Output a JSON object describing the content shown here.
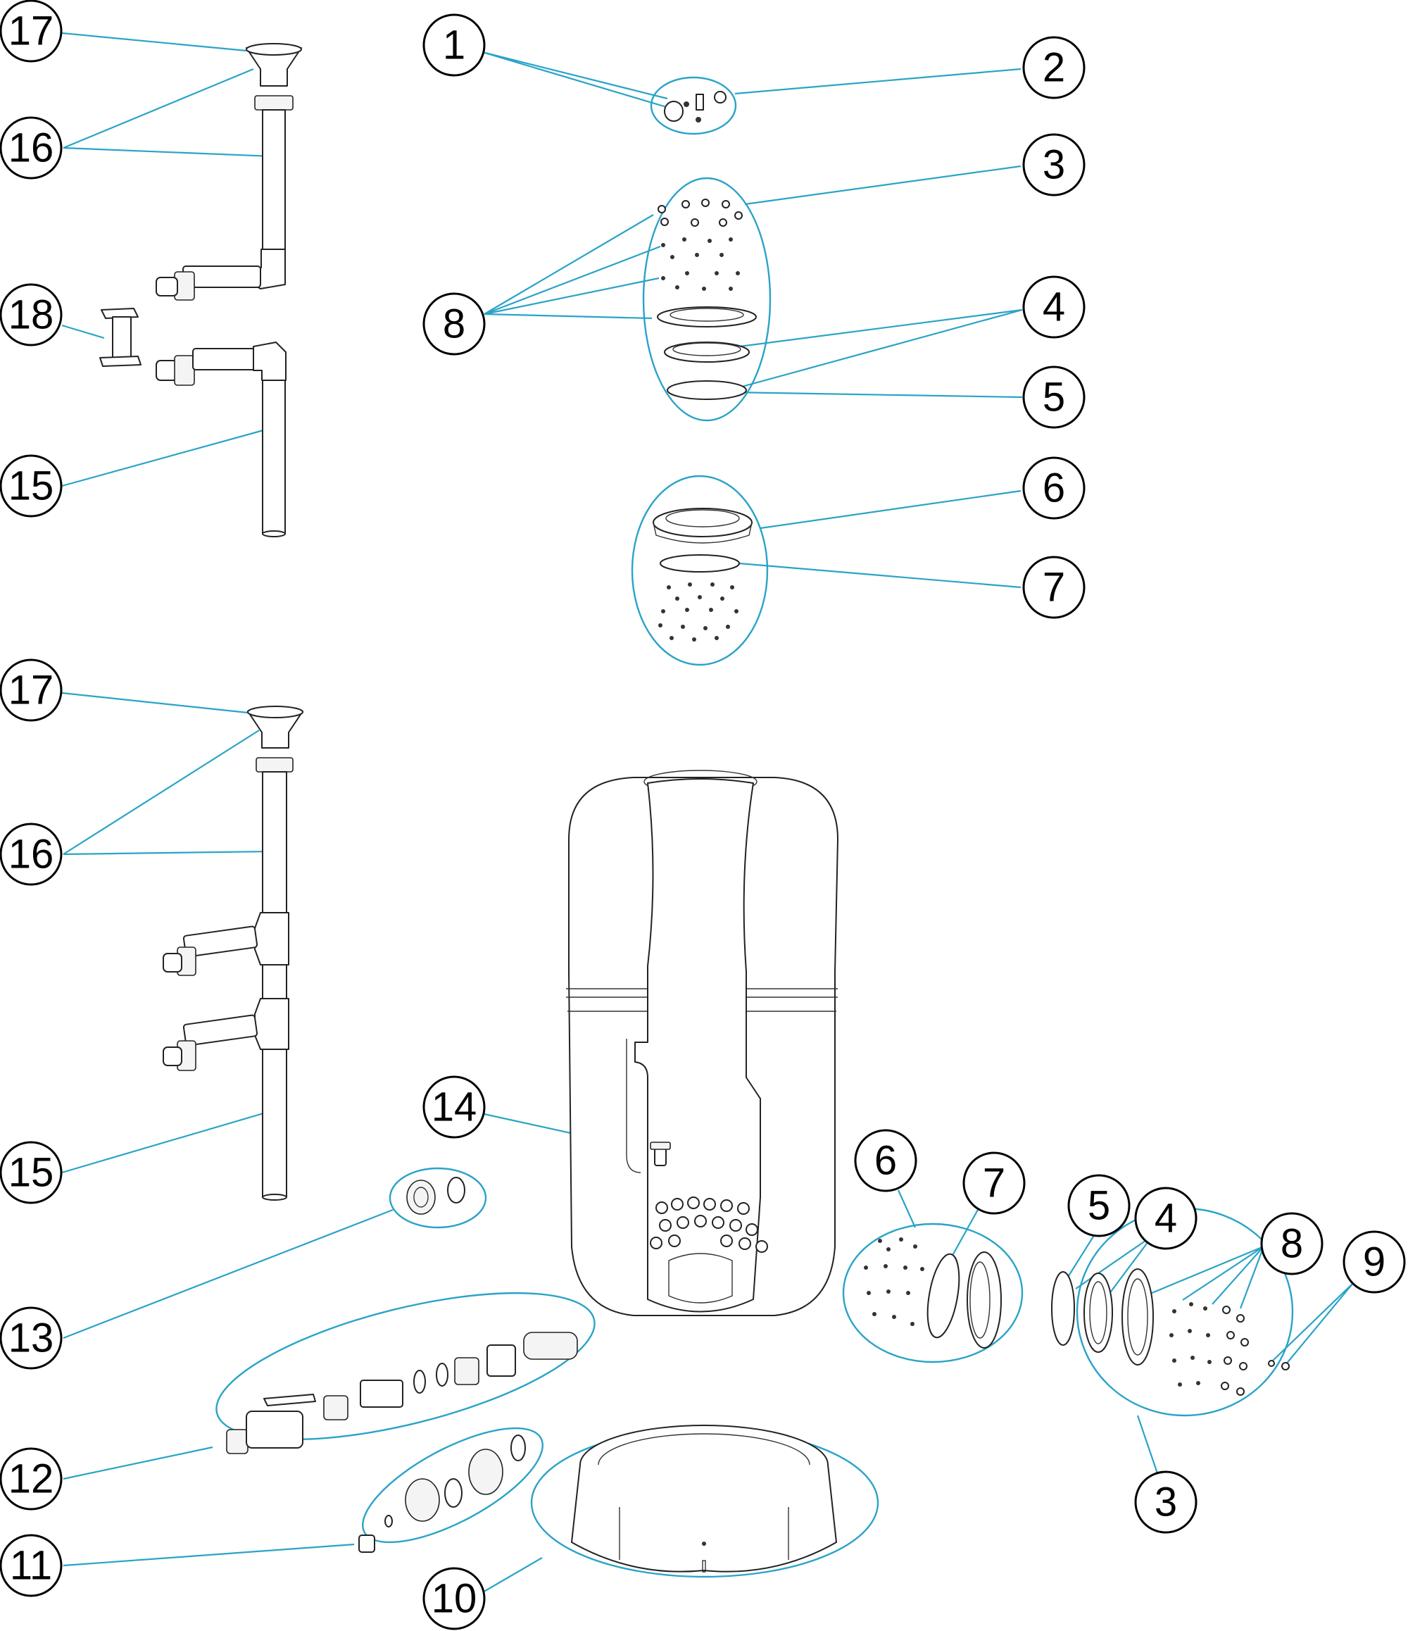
{
  "callouts": [
    {
      "id": "c17a",
      "label": "17"
    },
    {
      "id": "c16a",
      "label": "16"
    },
    {
      "id": "c18",
      "label": "18"
    },
    {
      "id": "c15a",
      "label": "15"
    },
    {
      "id": "c17b",
      "label": "17"
    },
    {
      "id": "c16b",
      "label": "16"
    },
    {
      "id": "c15b",
      "label": "15"
    },
    {
      "id": "c13",
      "label": "13"
    },
    {
      "id": "c12",
      "label": "12"
    },
    {
      "id": "c11",
      "label": "11"
    },
    {
      "id": "c10",
      "label": "10"
    },
    {
      "id": "c1",
      "label": "1"
    },
    {
      "id": "c2",
      "label": "2"
    },
    {
      "id": "c3a",
      "label": "3"
    },
    {
      "id": "c8a",
      "label": "8"
    },
    {
      "id": "c4a",
      "label": "4"
    },
    {
      "id": "c5a",
      "label": "5"
    },
    {
      "id": "c6a",
      "label": "6"
    },
    {
      "id": "c7a",
      "label": "7"
    },
    {
      "id": "c14",
      "label": "14"
    },
    {
      "id": "c6b",
      "label": "6"
    },
    {
      "id": "c7b",
      "label": "7"
    },
    {
      "id": "c5b",
      "label": "5"
    },
    {
      "id": "c4b",
      "label": "4"
    },
    {
      "id": "c8b",
      "label": "8"
    },
    {
      "id": "c9",
      "label": "9"
    },
    {
      "id": "c3b",
      "label": "3"
    }
  ],
  "colors": {
    "leader": "#2aa3c7",
    "outline": "#222222",
    "background": "#ffffff"
  }
}
